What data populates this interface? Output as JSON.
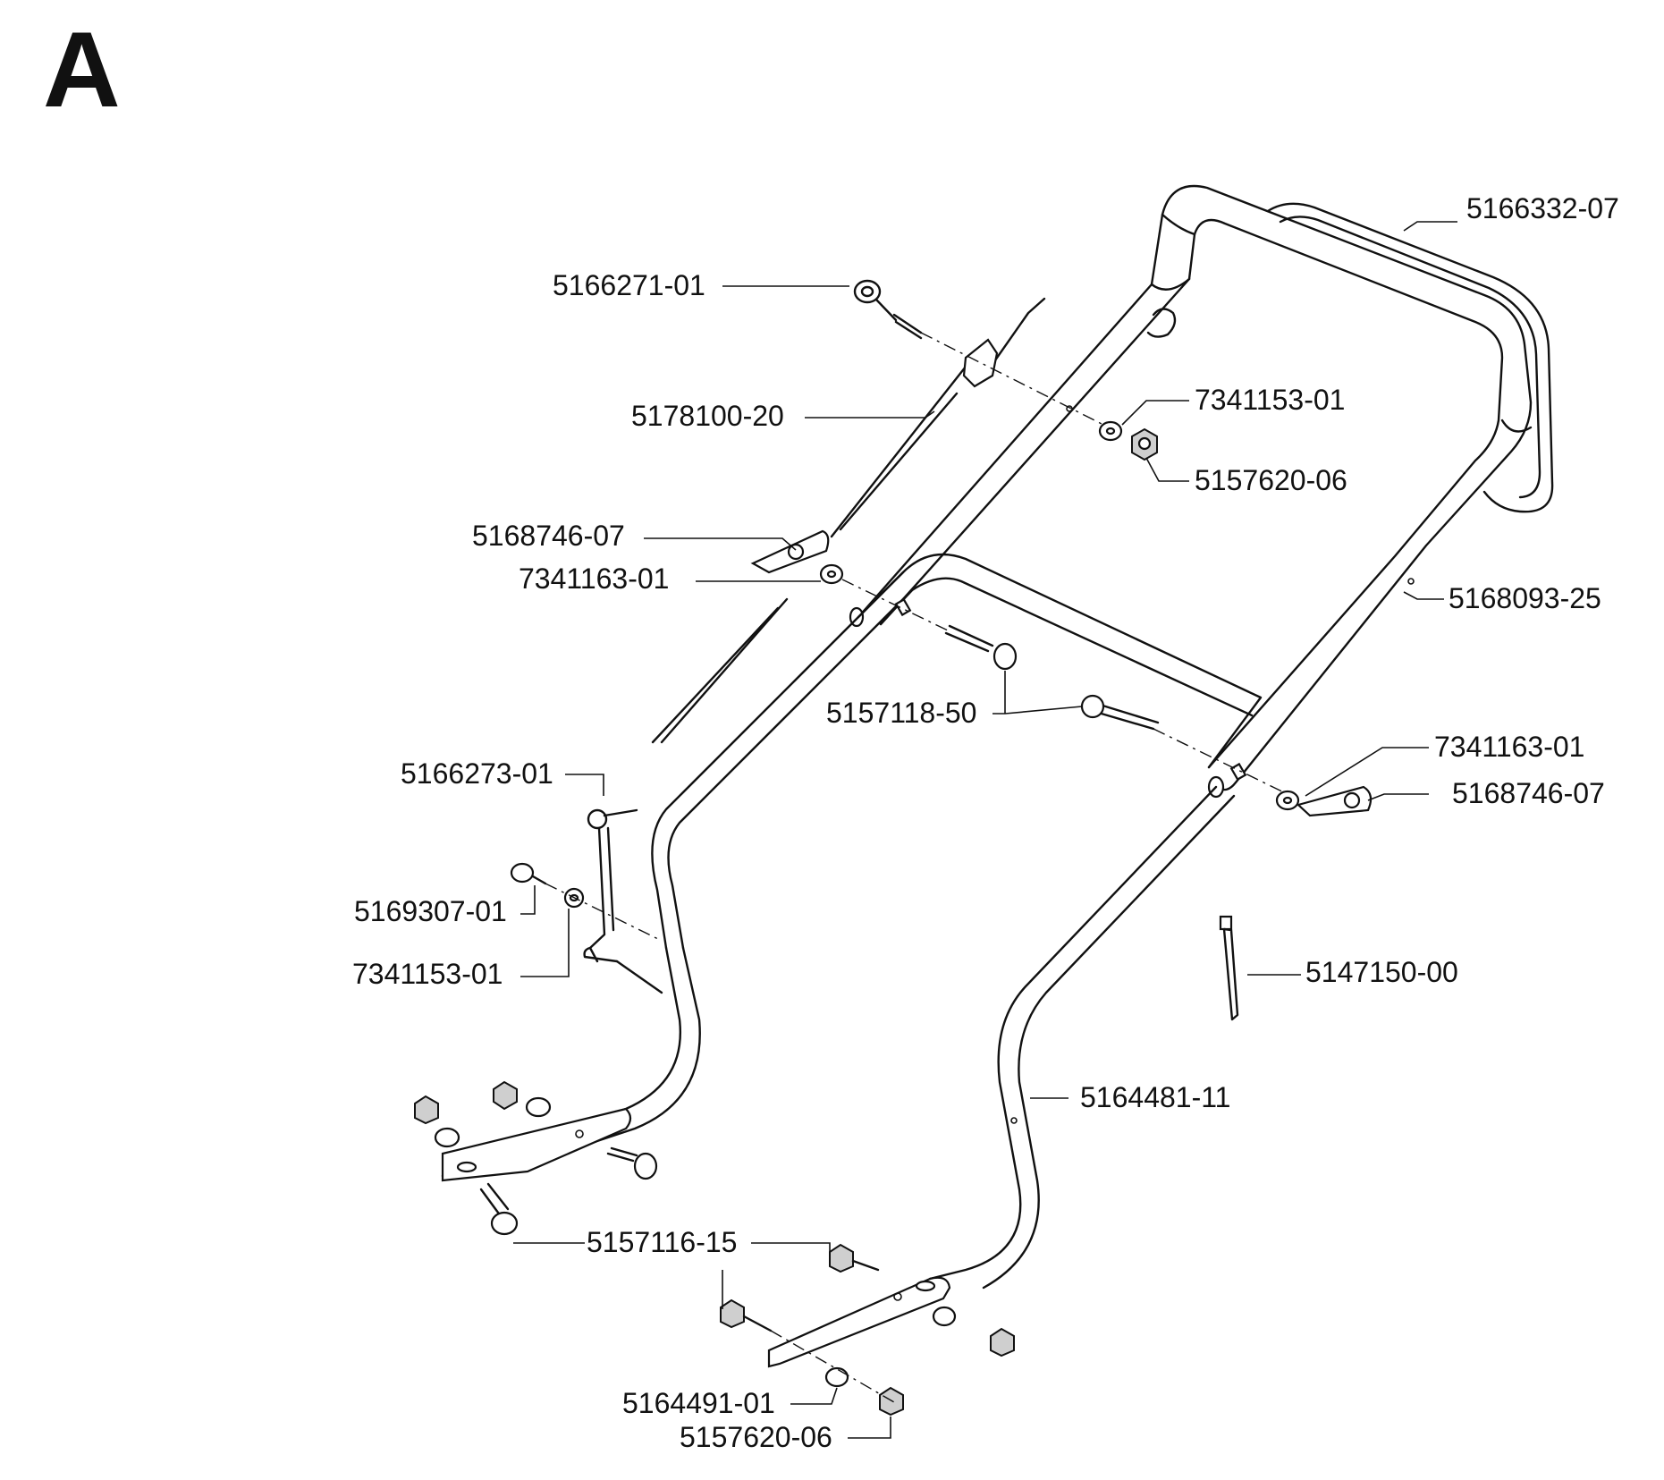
{
  "section_letter": "A",
  "part_labels": {
    "handle_top": "5166332-07",
    "spring_upper": "5166271-01",
    "cable": "5178100-20",
    "washer_upper": "7341153-01",
    "nut_upper": "5157620-06",
    "knob_left": "5168746-07",
    "washer_left": "7341163-01",
    "handle_mid": "5168093-25",
    "bolt_mid": "5157118-50",
    "washer_right": "7341163-01",
    "knob_right": "5168746-07",
    "spring_lower": "5166273-01",
    "screw_lower": "5169307-01",
    "washer_lower": "7341153-01",
    "cable_tie": "5147150-00",
    "handle_lower": "5164481-11",
    "bolt_lower": "5157116-15",
    "bracket": "5164491-01",
    "nut_lower": "5157620-06"
  }
}
